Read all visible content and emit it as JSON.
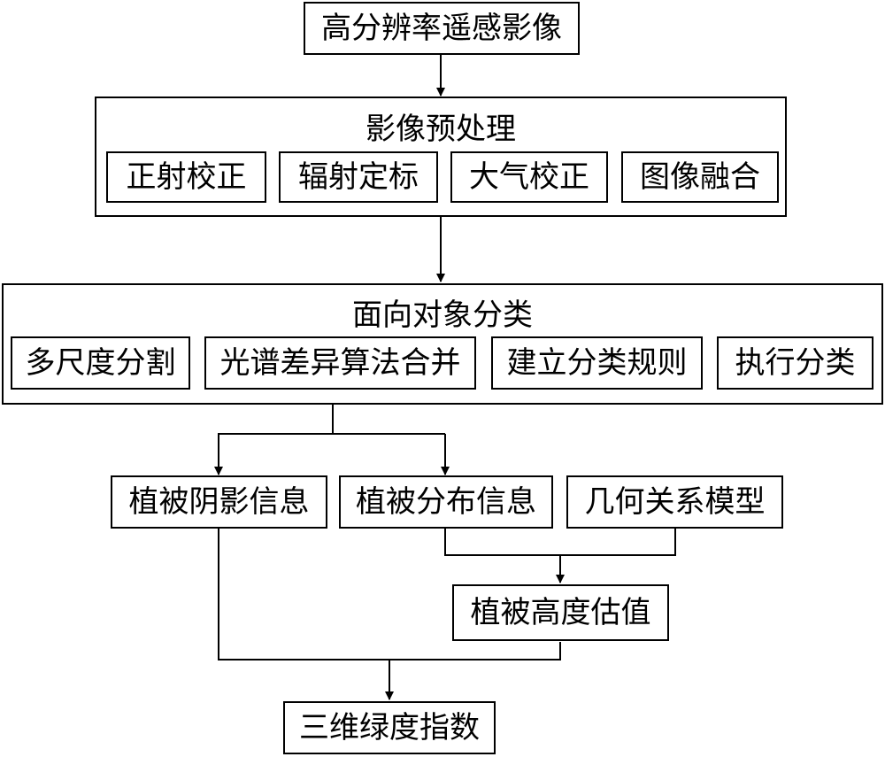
{
  "input": {
    "label": "高分辨率遥感影像"
  },
  "preprocessing": {
    "title": "影像预处理",
    "steps": [
      "正射校正",
      "辐射定标",
      "大气校正",
      "图像融合"
    ]
  },
  "classification": {
    "title": "面向对象分类",
    "steps": [
      "多尺度分割",
      "光谱差异算法合并",
      "建立分类规则",
      "执行分类"
    ]
  },
  "information": {
    "shadow": "植被阴影信息",
    "distribution": "植被分布信息",
    "geometry": "几何关系模型"
  },
  "height_estimate": "植被高度估值",
  "output": {
    "label": "三维绿度指数"
  }
}
